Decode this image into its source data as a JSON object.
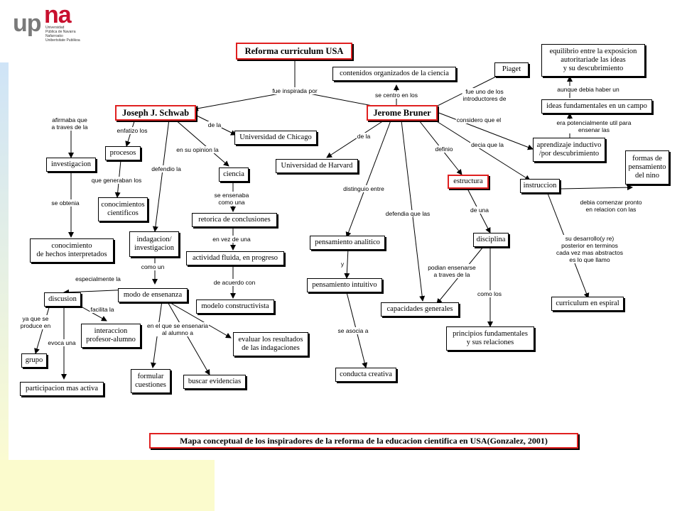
{
  "logo": {
    "brand_left": "up",
    "brand_right": "na",
    "subtitle": "Universidad\nPública de Navarra\nNafarroako\nUnibertsitate Publikoa"
  },
  "nodes": {
    "reforma": "Reforma curriculum USA",
    "contenidos": "contenidos organizados de la ciencia",
    "piaget": "Piaget",
    "equilibrio": "equilibrio entre la exposicion\nautoritariade las ideas\ny su descubrimiento",
    "ideas": "ideas fundamentales en un campo",
    "aprendizaje": "aprendizaje inductivo\n/por descubrimiento",
    "formas": "formas de\npensamiento\ndel nino",
    "schwab": "Joseph J. Schwab",
    "bruner": "Jerome Bruner",
    "chicago": "Universidad de Chicago",
    "harvard": "Universidad de Harvard",
    "investigacion": "investigacion",
    "procesos": "procesos",
    "ciencia": "ciencia",
    "estructura": "estructura",
    "instruccion": "instruccion",
    "conocimientos": "conocimientos\ncientificos",
    "retorica": "retorica de conclusiones",
    "conocimiento": "conocimiento\nde hechos interpretados",
    "indagacion": "indagacion/\ninvestigacion",
    "actividad": "actividad fluida, en progreso",
    "analitico": "pensamiento analitico",
    "disciplina": "disciplina",
    "intuitivo": "pensamiento intuitivo",
    "modo": "modo de ensenanza",
    "discusion": "discusion",
    "constructivista": "modelo constructivista",
    "capacidades": "capacidades generales",
    "espiral": "curriculum en espiral",
    "interaccion": "interaccion\nprofesor-alumno",
    "principios": "principios fundamentales\ny sus relaciones",
    "evaluar": "evaluar los resultados\nde las indagaciones",
    "grupo": "grupo",
    "creativa": "conducta creativa",
    "formular": "formular\ncuestiones",
    "evidencias": "buscar evidencias",
    "participacion": "participacion mas activa"
  },
  "links": {
    "fue_inspirada": "fue inspirada por",
    "se_centro": "se centro en los",
    "fue_uno": "fue uno de los\nintroductores de",
    "aunque": "aunque debia haber un",
    "era_pot": "era potencialmente util para ensenar las",
    "considero": "considero que el",
    "afirmaba": "afirmaba que\na traves de la",
    "enfatizo": "enfatizo los",
    "de_la_1": "de la",
    "de_la_2": "de la",
    "en_su_opinion": "en su opinion la",
    "defendio": "defendio la",
    "que_generaban": "que generaban los",
    "se_obtenia": "se obtenia",
    "se_ensenaba": "se ensenaba\ncomo una",
    "en_vez": "en vez de una",
    "de_acuerdo": "de acuerdo con",
    "como_un": "como un",
    "especialmente": "especialmente la",
    "facilita": "facilita la",
    "ya_que": "ya que se\nproduce en",
    "evoca": "evoca una",
    "en_el_que": "en el que se ensenaria\nal alumno a",
    "distinguio": "distinguio entre",
    "y": "y",
    "se_asocia": "se asocia a",
    "defendia_que": "defendia que las",
    "definio": "definio",
    "decia_que": "decia que la",
    "de_una": "de una",
    "podian": "podian ensenarse\na traves de la",
    "como_los": "como los",
    "debia_comenzar": "debia comenzar pronto\nen relacion con las",
    "su_desarrollo": "su desarrollo(y re)\nposterior en terminos\ncada vez mas abstractos\nes lo que llamo"
  },
  "caption": "Mapa conceptual de los inspiradores de la reforma de la educacion cientifica en USA(Gonzalez, 2001)",
  "colors": {
    "highlight_border": "#e02020",
    "brand_red": "#c8102e",
    "left_strip_top": "#cfe4f7",
    "left_strip_bottom": "#fbfbd2"
  }
}
